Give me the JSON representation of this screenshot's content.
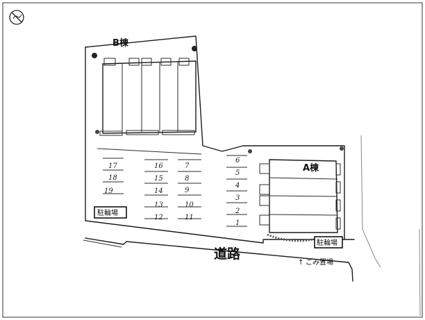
{
  "buildings": {
    "a_label": "A棟",
    "b_label": "B棟"
  },
  "road_label": "道路",
  "bicycle_parking": {
    "left_label": "駐輪場",
    "right_label": "駐輪場"
  },
  "garbage": {
    "arrow": "↑",
    "label": "ごみ置場"
  },
  "parking_spaces": [
    {
      "label": "1"
    },
    {
      "label": "2"
    },
    {
      "label": "3"
    },
    {
      "label": "4"
    },
    {
      "label": "5"
    },
    {
      "label": "6"
    },
    {
      "label": "7"
    },
    {
      "label": "8"
    },
    {
      "label": "9"
    },
    {
      "label": "10"
    },
    {
      "label": "11"
    },
    {
      "label": "12"
    },
    {
      "label": "13"
    },
    {
      "label": "14"
    },
    {
      "label": "15"
    },
    {
      "label": "16"
    },
    {
      "label": "17"
    },
    {
      "label": "18"
    },
    {
      "label": "19"
    }
  ],
  "icons": {
    "corner": "no-entry-icon"
  }
}
